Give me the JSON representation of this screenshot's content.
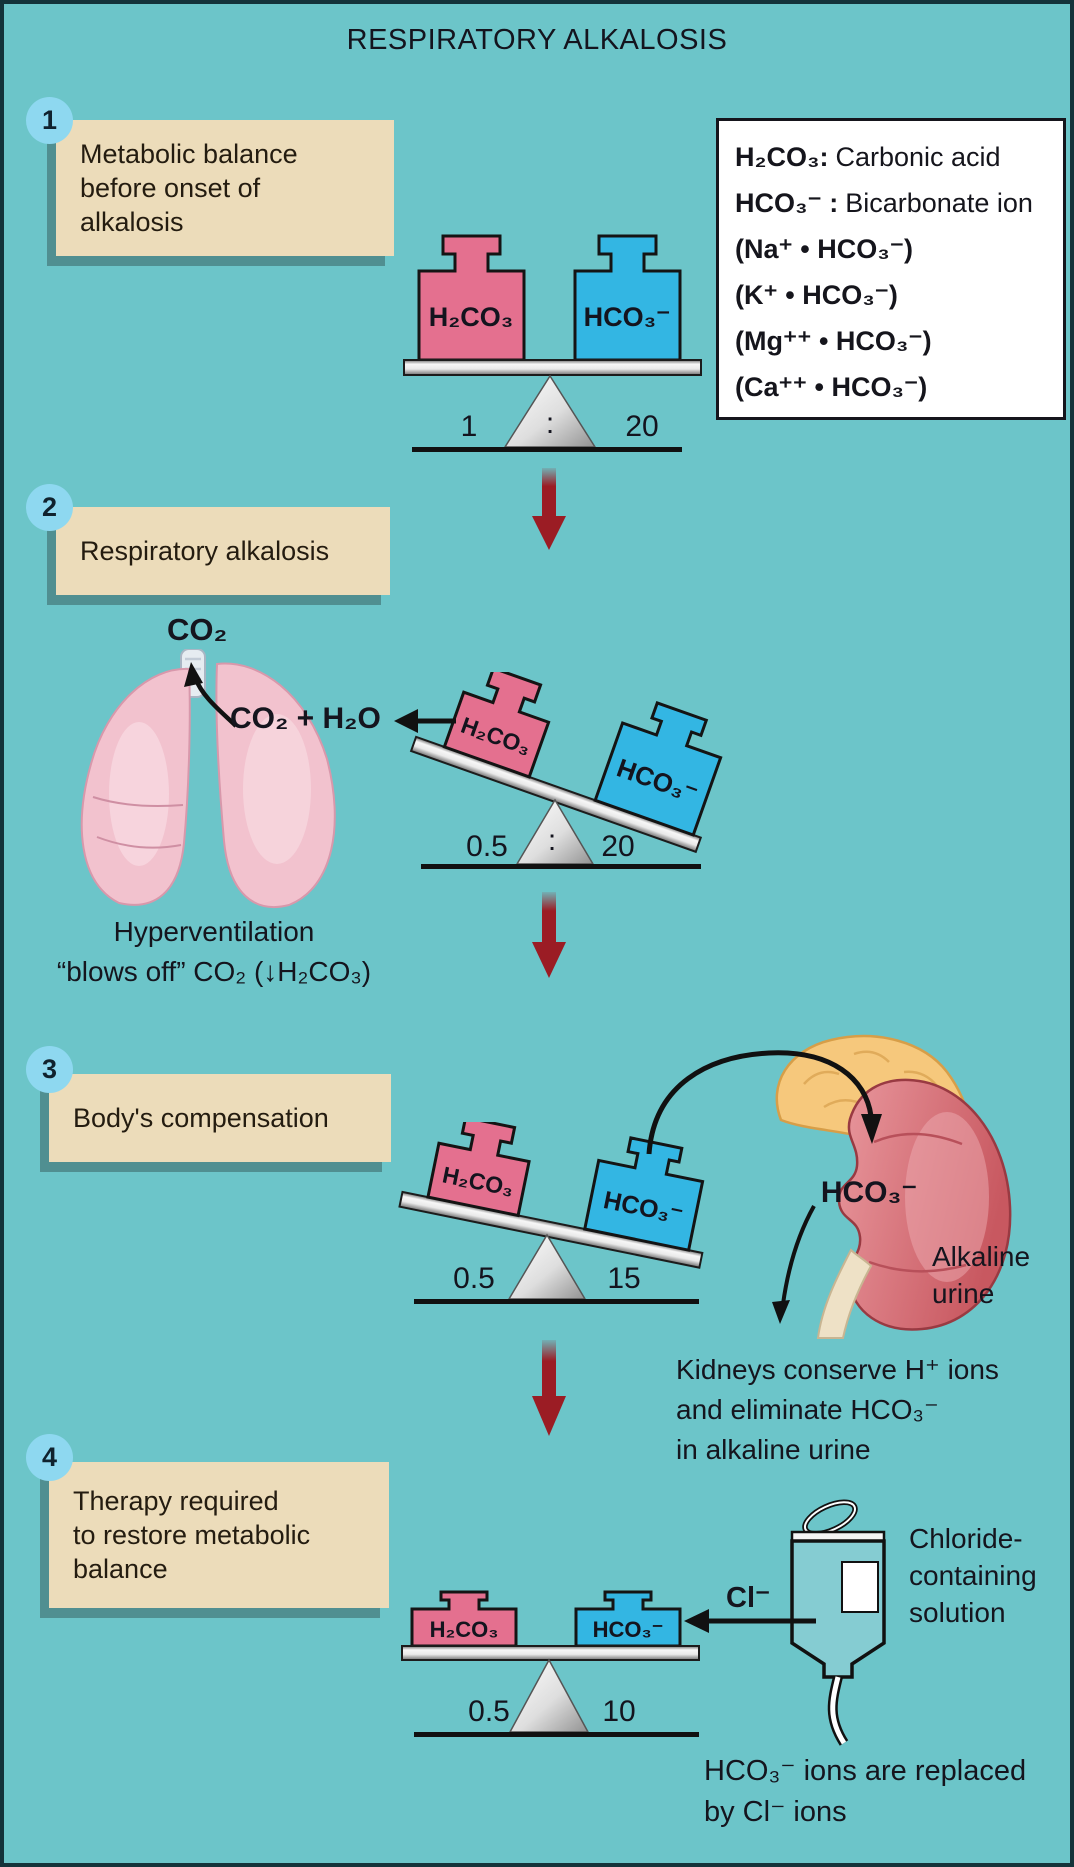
{
  "title": "RESPIRATORY ALKALOSIS",
  "legend": {
    "items": [
      {
        "formula": "H₂CO₃:",
        "desc": "Carbonic acid"
      },
      {
        "formula": "HCO₃⁻ :",
        "desc": "Bicarbonate ion"
      },
      {
        "formula": "(Na⁺ • HCO₃⁻)",
        "desc": ""
      },
      {
        "formula": "(K⁺ • HCO₃⁻)",
        "desc": ""
      },
      {
        "formula": "(Mg⁺⁺ • HCO₃⁻)",
        "desc": ""
      },
      {
        "formula": "(Ca⁺⁺ • HCO₃⁻)",
        "desc": ""
      }
    ]
  },
  "steps": [
    {
      "number": "1",
      "lines": [
        "Metabolic balance",
        "before onset of",
        "alkalosis"
      ]
    },
    {
      "number": "2",
      "lines": [
        "Respiratory alkalosis"
      ]
    },
    {
      "number": "3",
      "lines": [
        "Body's compensation"
      ]
    },
    {
      "number": "4",
      "lines": [
        "Therapy required",
        "to restore metabolic",
        "balance"
      ]
    }
  ],
  "balances": [
    {
      "left_weight": "H₂CO₃",
      "right_weight": "HCO₃⁻",
      "left_value": "1",
      "separator": ":",
      "right_value": "20"
    },
    {
      "left_weight": "H₂CO₃",
      "right_weight": "HCO₃⁻",
      "left_value": "0.5",
      "separator": ":",
      "right_value": "20"
    },
    {
      "left_weight": "H₂CO₃",
      "right_weight": "HCO₃⁻",
      "left_value": "0.5",
      "separator": "",
      "right_value": "15"
    },
    {
      "left_weight": "H₂CO₃",
      "right_weight": "HCO₃⁻",
      "left_value": "0.5",
      "separator": "",
      "right_value": "10"
    }
  ],
  "annotations": {
    "co2": "CO₂",
    "co2_h2o": "CO₂ + H₂O",
    "hyperventilation_line1": "Hyperventilation",
    "hyperventilation_line2": "“blows off” CO₂ (↓H₂CO₃)",
    "kidney_label": "HCO₃⁻",
    "alkaline_urine_line1": "Alkaline",
    "alkaline_urine_line2": "urine",
    "kidneys_line1": "Kidneys conserve H⁺ ions",
    "kidneys_line2": "and eliminate HCO₃⁻",
    "kidneys_line3": "in alkaline urine",
    "cl": "Cl⁻",
    "chloride_line1": "Chloride-",
    "chloride_line2": "containing",
    "chloride_line3": "solution",
    "replaced_line1": "HCO₃⁻ ions are replaced",
    "replaced_line2": "by Cl⁻ ions"
  },
  "colors": {
    "background": "#6cc5c9",
    "step_box": "#ecdcba",
    "badge": "#8ed8f0",
    "acid_weight": "#e4708f",
    "bicarb_weight": "#33b6e3",
    "red_arrow": "#9b1c24",
    "legend_background": "#ffffff"
  }
}
